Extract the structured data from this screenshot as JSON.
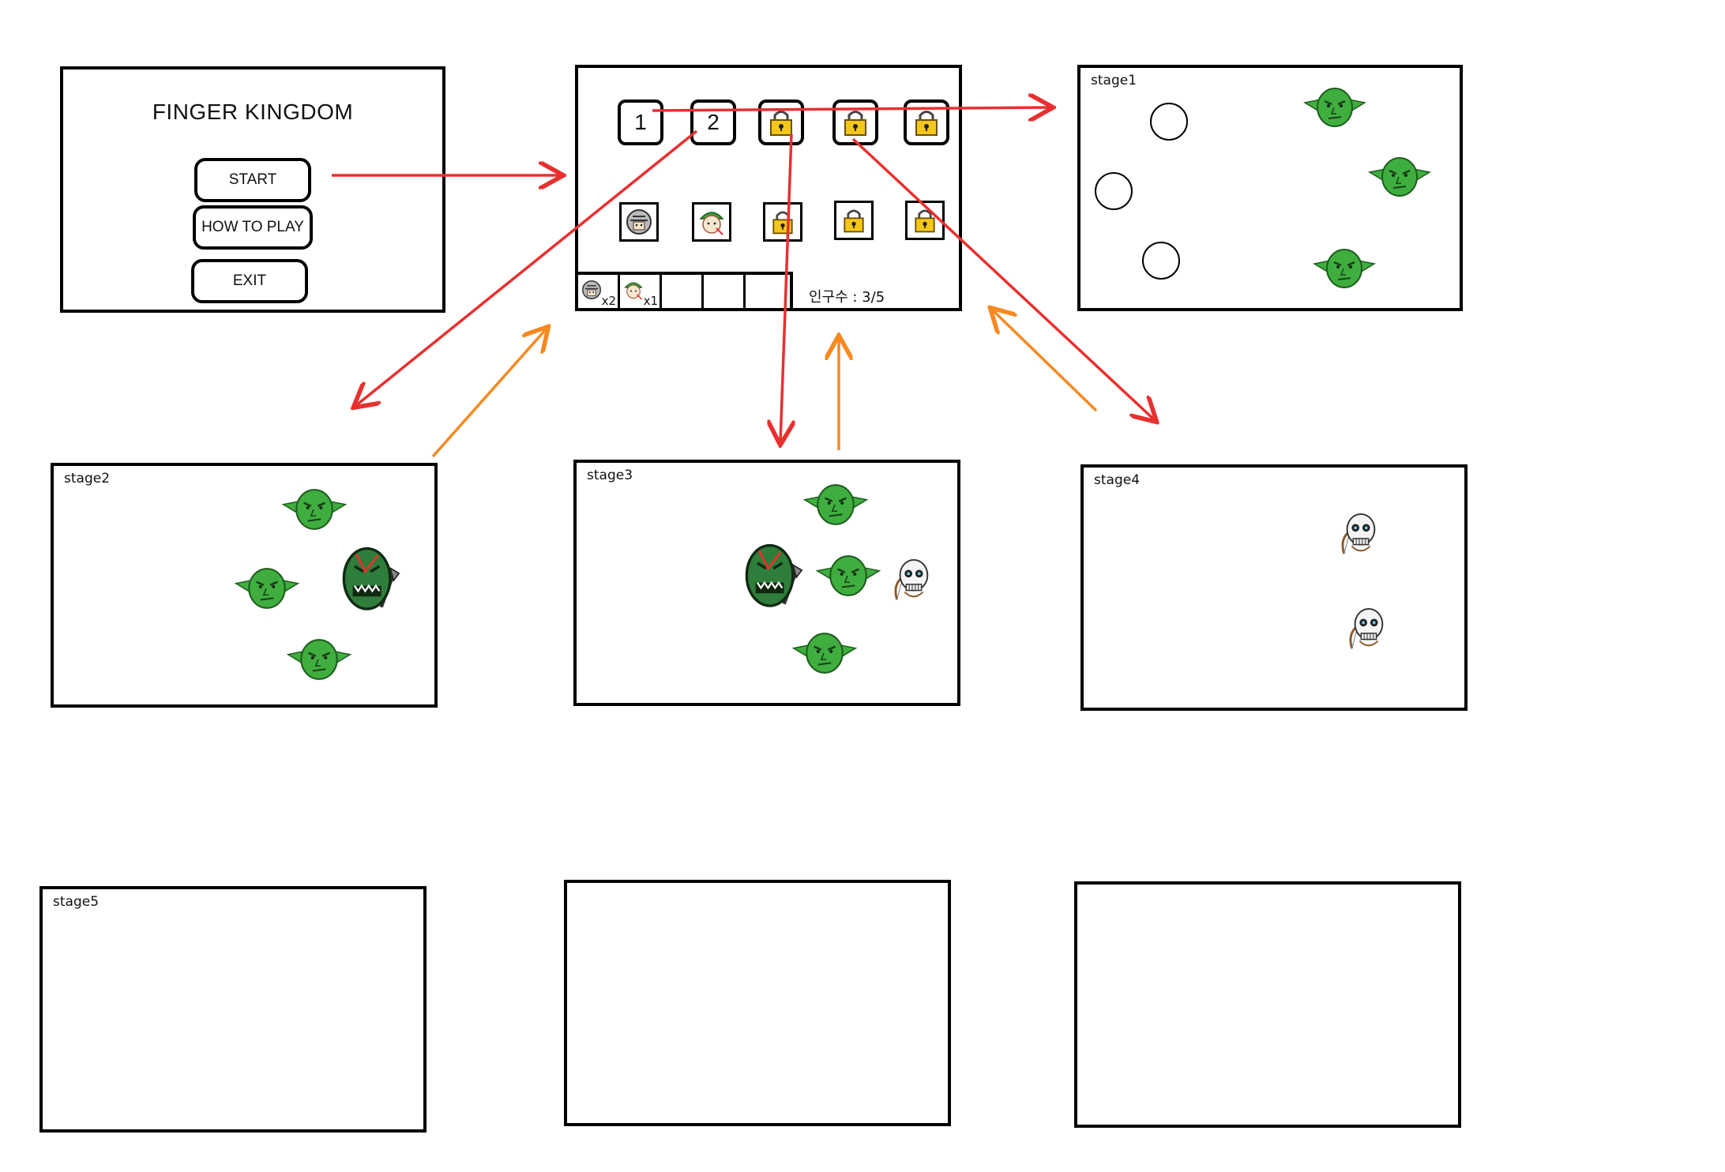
{
  "title_screen": {
    "title": "FINGER KINGDOM",
    "buttons": [
      "START",
      "HOW TO PLAY",
      "EXIT"
    ]
  },
  "select_screen": {
    "stage_buttons": [
      "1",
      "2"
    ],
    "locked_stage_icon": "lock-icon",
    "character_icons": [
      "knight-icon",
      "archer-icon"
    ],
    "inventory_counts": [
      "x2",
      "x1"
    ],
    "population": "인구수 : 3/5"
  },
  "stages": {
    "stage1": {
      "label": "stage1"
    },
    "stage2": {
      "label": "stage2"
    },
    "stage3": {
      "label": "stage3"
    },
    "stage4": {
      "label": "stage4"
    },
    "stage5": {
      "label": "stage5"
    }
  },
  "colors": {
    "forward_arrow": "#e8302f",
    "return_arrow": "#f7891f",
    "goblin_green": "#3fae3f",
    "lock_yellow": "#f5c71a"
  },
  "icons": [
    "goblin-icon",
    "orc-icon",
    "skeleton-archer-icon",
    "lock-icon",
    "knight-icon",
    "archer-icon"
  ]
}
